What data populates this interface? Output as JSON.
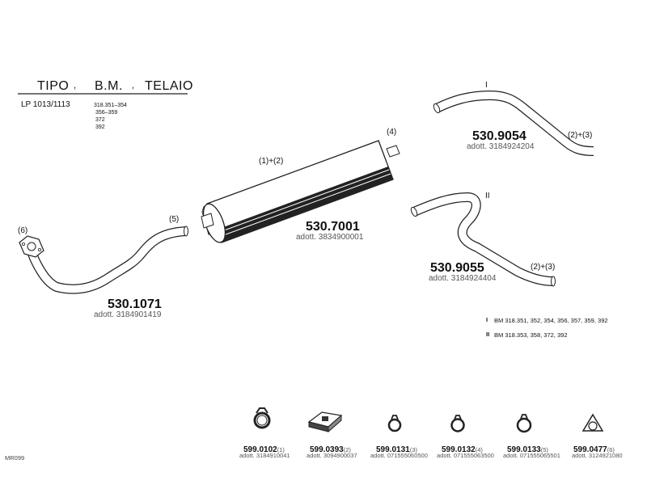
{
  "table": {
    "headers": [
      "TIPO",
      "B.M.",
      "TELAIO"
    ],
    "separators": [
      ",",
      ","
    ],
    "tipo_value": "LP 1013/1113",
    "bm_values": [
      "318.351–354",
      "356–359",
      "372",
      "392"
    ]
  },
  "parts": {
    "front_pipe": {
      "code": "530.1071",
      "ref": "adott. 3184901419",
      "callout_flange": "(6)",
      "callout_end": "(5)"
    },
    "muffler": {
      "code": "530.7001",
      "ref": "adott. 3834900001",
      "callout_top": "(1)+(2)",
      "callout_end": "(4)"
    },
    "tail_pipe_1": {
      "code": "530.9054",
      "ref": "adott. 3184924204",
      "variant": "I",
      "callout": "(2)+(3)"
    },
    "tail_pipe_2": {
      "code": "530.9055",
      "ref": "adott. 3184924404",
      "variant": "II",
      "callout": "(2)+(3)"
    }
  },
  "legend": [
    {
      "roman": "I",
      "text": "BM 318.351, 352, 354, 356, 357, 359, 392"
    },
    {
      "roman": "II",
      "text": "BM 318.353, 358, 372, 392"
    }
  ],
  "accessories": [
    {
      "code": "599.0102",
      "num": "(1)",
      "ref": "adott. 3184910041",
      "icon": "clamp-icon"
    },
    {
      "code": "599.0393",
      "num": "(2)",
      "ref": "adott. 3094900037",
      "icon": "rubber-mount-icon"
    },
    {
      "code": "599.0131",
      "num": "(3)",
      "ref": "adott. 071555060500",
      "icon": "clamp-icon"
    },
    {
      "code": "599.0132",
      "num": "(4)",
      "ref": "adott. 071555063500",
      "icon": "clamp-icon"
    },
    {
      "code": "599.0133",
      "num": "(5)",
      "ref": "adott. 071555065501",
      "icon": "clamp-icon"
    },
    {
      "code": "599.0477",
      "num": "(6)",
      "ref": "adott. 3124921080",
      "icon": "gasket-icon"
    }
  ],
  "footer_code": "MR099"
}
